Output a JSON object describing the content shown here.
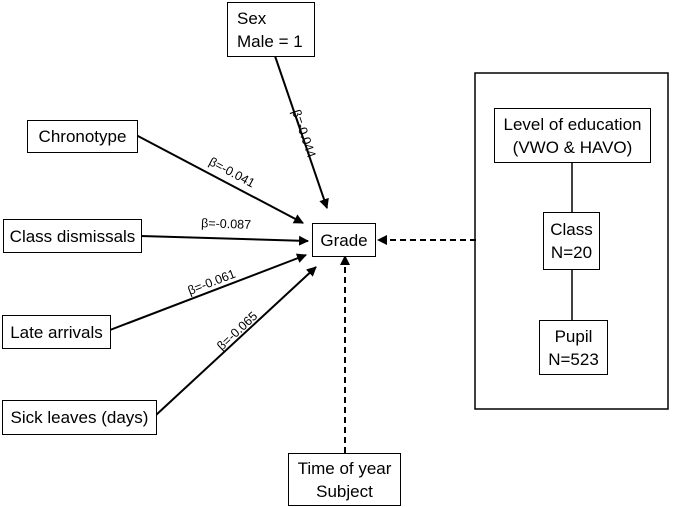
{
  "diagram": {
    "nodes": {
      "sex": {
        "line1": "Sex",
        "line2": "Male = 1"
      },
      "chronotype": {
        "label": "Chronotype"
      },
      "class_dismissals": {
        "label": "Class dismissals"
      },
      "late_arrivals": {
        "label": "Late arrivals"
      },
      "sick_leaves": {
        "label": "Sick leaves (days)"
      },
      "grade": {
        "label": "Grade"
      },
      "time_of_year": {
        "line1": "Time of year",
        "line2": "Subject"
      },
      "level_of_education": {
        "line1": "Level of education",
        "line2": "(VWO & HAVO)"
      },
      "class": {
        "line1": "Class",
        "line2": "N=20"
      },
      "pupil": {
        "line1": "Pupil",
        "line2": "N=523"
      }
    },
    "coefficients": {
      "sex": "β=-0.044",
      "chronotype": "β=-0.041",
      "class_dismissals": "β=-0.087",
      "late_arrivals": "β=-0.061",
      "sick_leaves": "β=-0.065"
    }
  }
}
